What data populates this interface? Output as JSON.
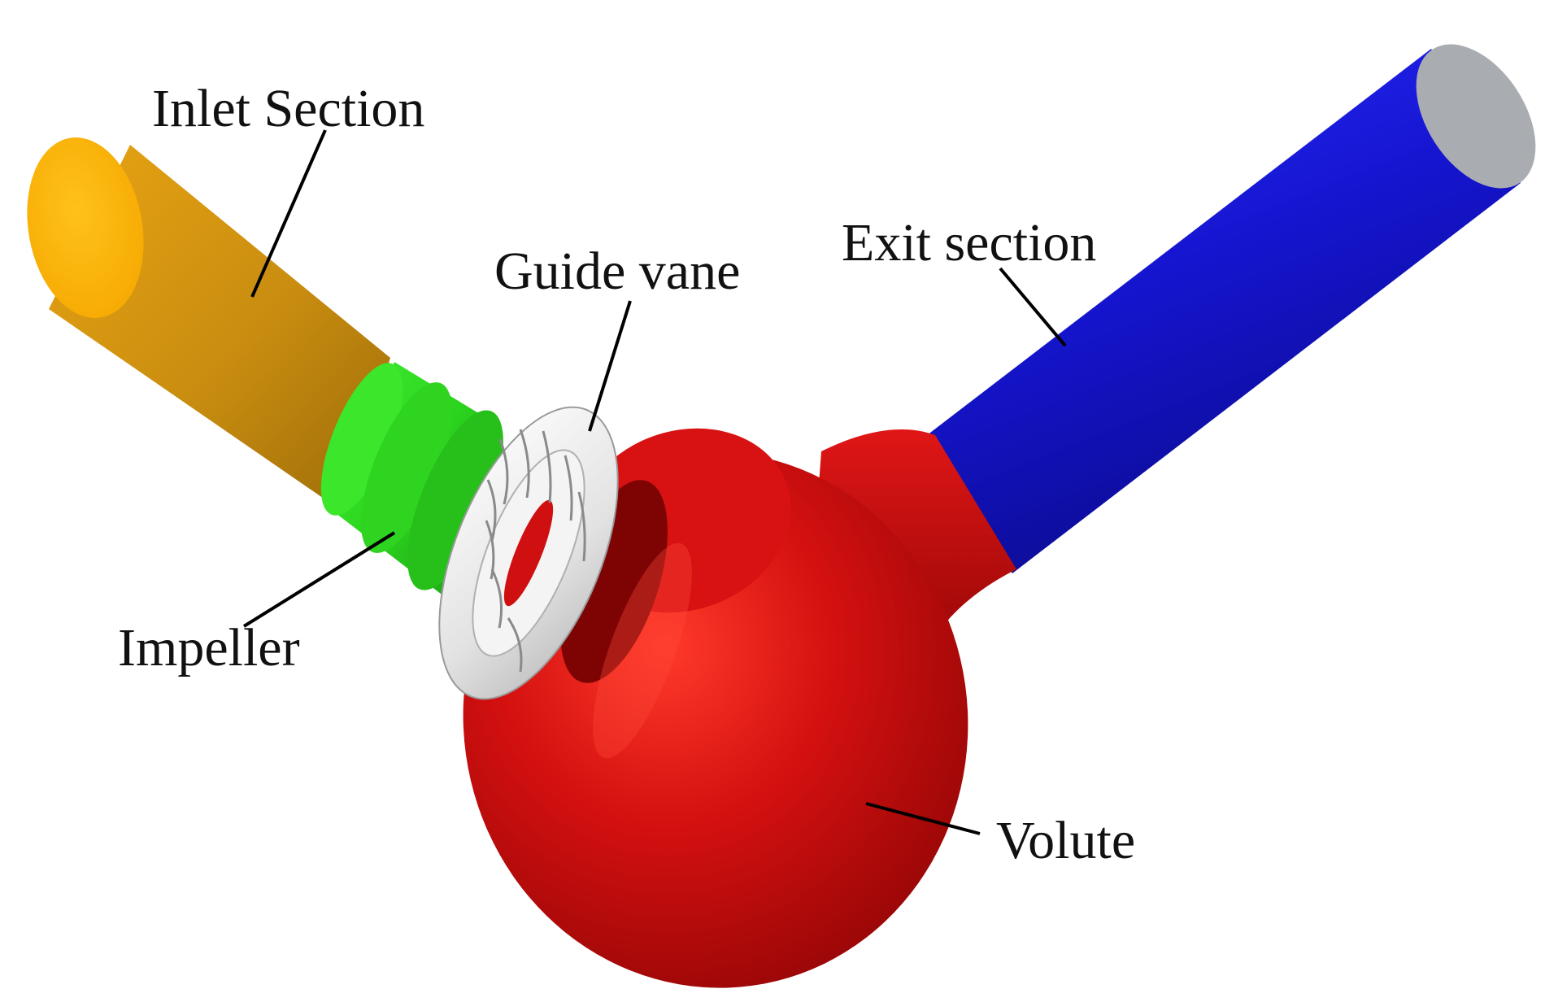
{
  "labels": {
    "inlet": "Inlet Section",
    "guide_vane": "Guide vane",
    "exit": "Exit section",
    "impeller": "Impeller",
    "volute": "Volute"
  },
  "colors": {
    "inlet": "#d9970a",
    "impeller": "#33dd22",
    "guide_vane": "#e8e8e8",
    "volute": "#cc0b0b",
    "exit_pipe": "#1a1ad6",
    "exit_face": "#a9acb0",
    "text": "#111111",
    "leader": "#000000"
  }
}
